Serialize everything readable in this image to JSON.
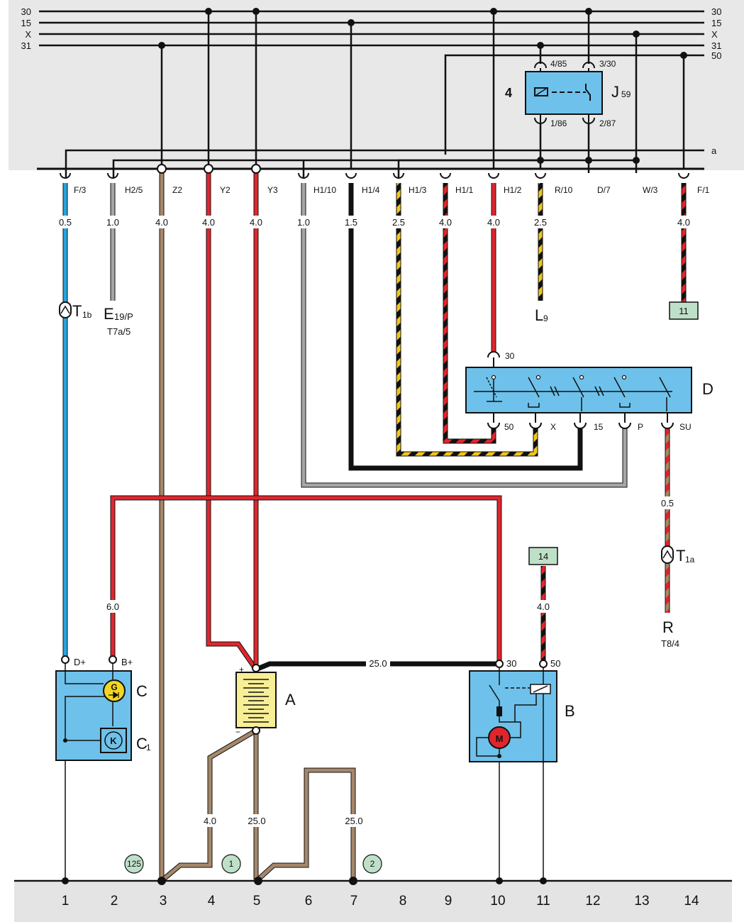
{
  "rails": {
    "r30": "30",
    "r15": "15",
    "rX": "X",
    "r31": "31",
    "r50": "50",
    "ra": "a"
  },
  "connectors": [
    "F/3",
    "H2/5",
    "Z2",
    "Y2",
    "Y3",
    "H1/10",
    "H1/4",
    "H1/3",
    "H1/1",
    "H1/2",
    "R/10",
    "D/7",
    "W/3",
    "F/1"
  ],
  "wire_sizes": {
    "c1": "0.5",
    "c2": "1.0",
    "c3": "4.0",
    "c4": "4.0",
    "c5": "4.0",
    "c6": "1.0",
    "c7": "1.5",
    "c8": "2.5",
    "c9": "4.0",
    "c10": "4.0",
    "c11": "2.5",
    "c14": "4.0",
    "alt": "6.0",
    "bat_starter": "25.0",
    "ground4": "4.0",
    "ground5": "25.0",
    "ground7": "25.0",
    "st50": "4.0",
    "su": "0.5"
  },
  "relay": {
    "id": "4",
    "name_main": "J",
    "name_sub": "59",
    "p_top_left": "4/85",
    "p_top_right": "3/30",
    "p_bot_left": "1/86",
    "p_bot_right": "2/87"
  },
  "switch_d": {
    "name": "D",
    "pin_in": "30",
    "pins": [
      "50",
      "X",
      "15",
      "P",
      "SU"
    ]
  },
  "terminals": {
    "e19_main": "E",
    "e19_sub": "19/P",
    "e19_conn": "T7a/5",
    "l9_main": "L",
    "l9_sub": "9",
    "t1b_main": "T",
    "t1b_sub": "1b",
    "t1a_main": "T",
    "t1a_sub": "1a",
    "r_main": "R",
    "r_conn": "T8/4",
    "ref11": "11",
    "ref14": "14"
  },
  "alternator": {
    "name": "C",
    "reg_main": "C",
    "reg_sub": "1",
    "dplus": "D+",
    "bplus": "B+",
    "g": "G",
    "k": "K"
  },
  "battery": {
    "name": "A",
    "plus": "+",
    "minus": "−"
  },
  "starter": {
    "name": "B",
    "t30": "30",
    "t50": "50",
    "m": "M"
  },
  "grounds": {
    "g125": "125",
    "g1": "1",
    "g2": "2"
  },
  "columns": [
    "1",
    "2",
    "3",
    "4",
    "5",
    "6",
    "7",
    "8",
    "9",
    "10",
    "11",
    "12",
    "13",
    "14"
  ]
}
